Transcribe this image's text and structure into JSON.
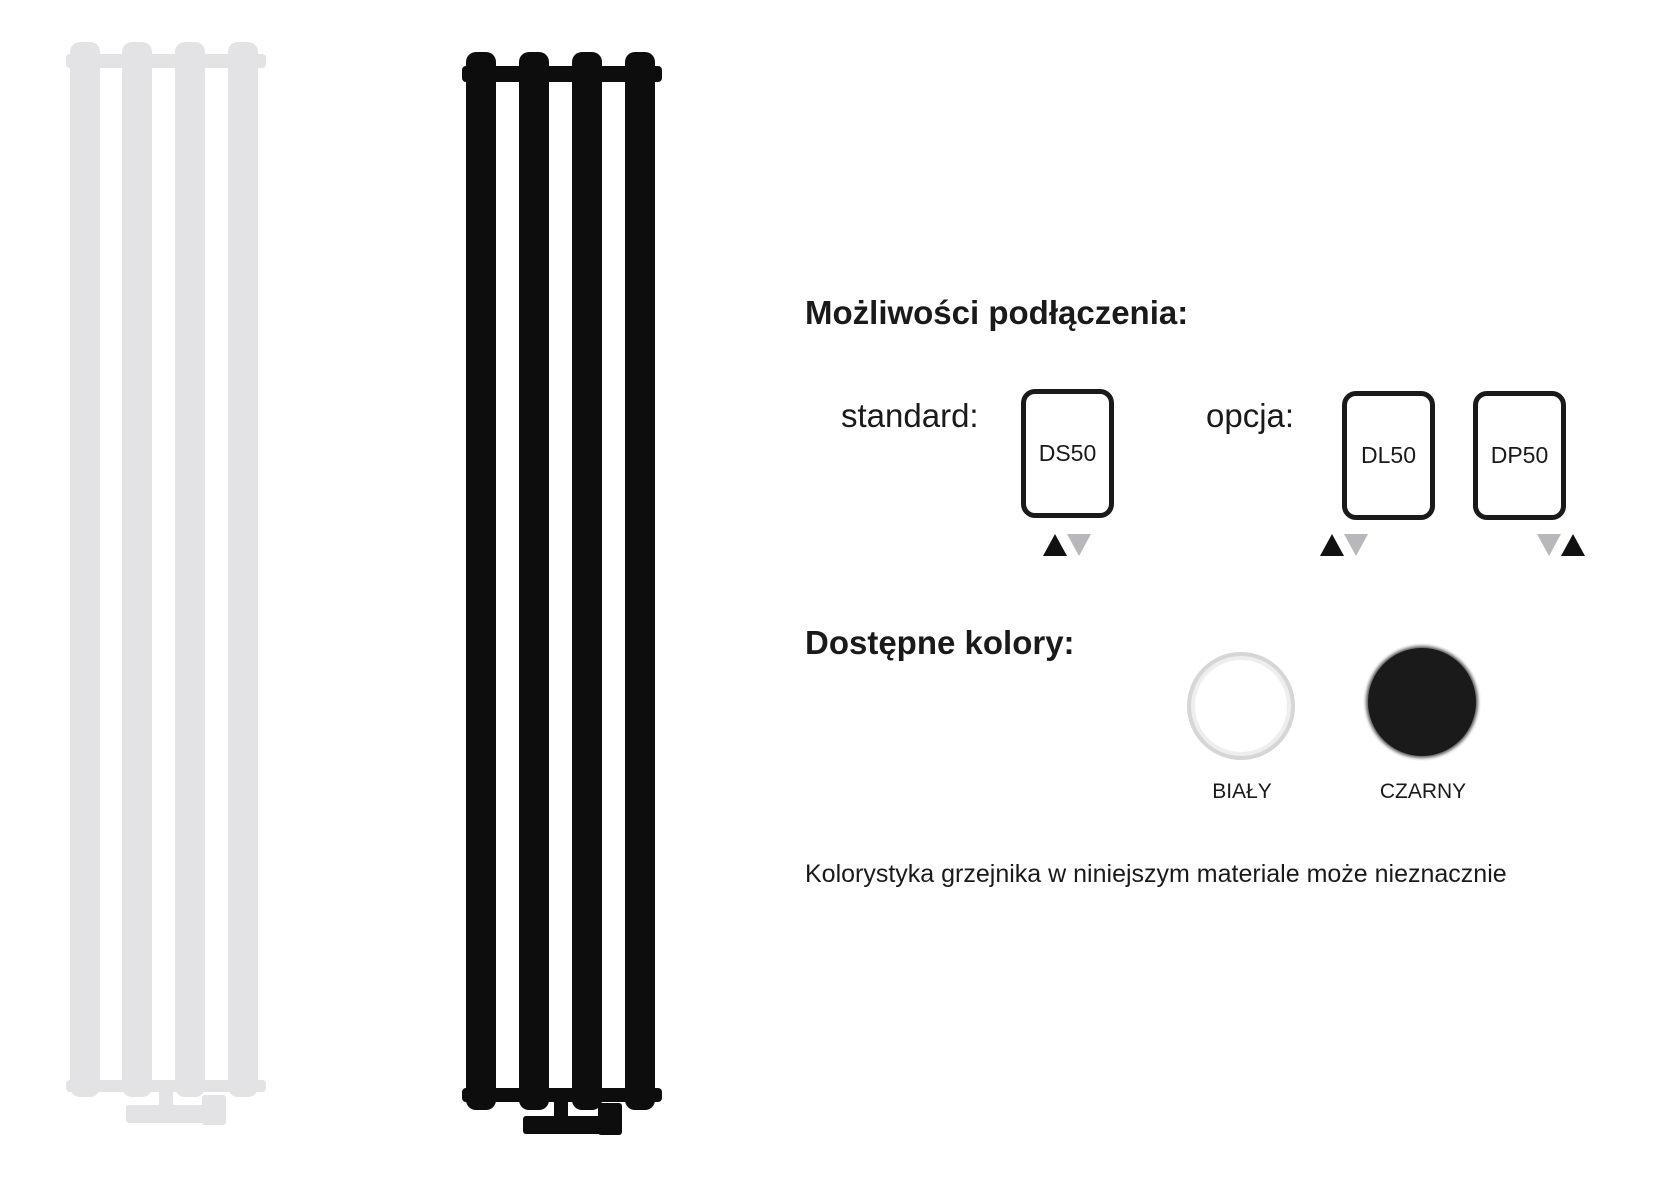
{
  "connections": {
    "heading": "Możliwości podłączenia:",
    "standard_label": "standard:",
    "option_label": "opcja:",
    "standard": [
      {
        "code": "DS50",
        "arrows": [
          "up-black",
          "down-grey"
        ]
      }
    ],
    "options": [
      {
        "code": "DL50",
        "arrows": [
          "up-black",
          "down-grey"
        ]
      },
      {
        "code": "DP50",
        "arrows": [
          "down-grey",
          "up-black"
        ]
      }
    ]
  },
  "colors": {
    "heading": "Dostępne kolory:",
    "items": [
      {
        "label": "BIAŁY",
        "hex": "#ffffff"
      },
      {
        "label": "CZARNY",
        "hex": "#1a1a1a"
      }
    ]
  },
  "note": "Kolorystyka grzejnika w niniejszym materiale może nieznacznie"
}
